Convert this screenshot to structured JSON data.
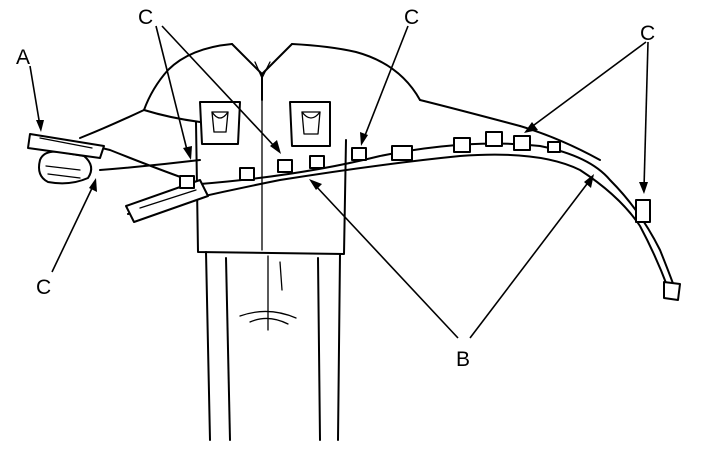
{
  "callouts": {
    "a": "A",
    "b": "B",
    "c_top_left": "C",
    "c_top_middle": "C",
    "c_top_right": "C",
    "c_bottom_left": "C"
  },
  "icons": {
    "figure": "person-holding-harness",
    "component": "side-curtain-airbag-assembly"
  }
}
